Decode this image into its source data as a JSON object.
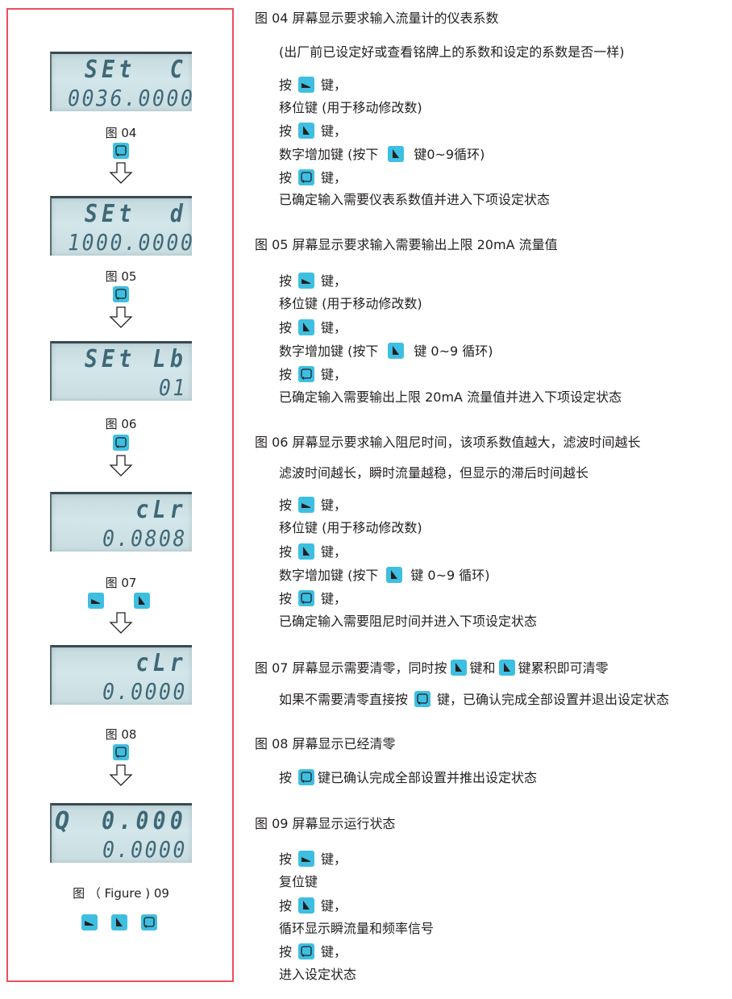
{
  "colors": {
    "frame": "#e8505b",
    "key": "#3ebfe1",
    "lcd_bg": "#d0e3e6",
    "lcd_text": "#3e6878"
  },
  "icons": {
    "shift_key": "shift-key-icon (triangle pointing right-bottom)",
    "increment_key": "increment-key-icon (triangle pointing up-right)",
    "enter_key": "enter-key-icon (rounded square with return tick)",
    "down_arrow": "down-arrow-icon (hollow outline)"
  },
  "left_panel": {
    "screens": [
      {
        "id": "04",
        "row1": "SEt  C",
        "row2": "0036.0000",
        "label": "图 04",
        "keys": [
          "enter"
        ]
      },
      {
        "id": "05",
        "row1": "SEt  d",
        "row2": "1000.0000",
        "label": "图 05",
        "keys": [
          "enter"
        ]
      },
      {
        "id": "06",
        "row1": "SEt Lb",
        "row2": "01",
        "label": "图 06",
        "keys": [
          "enter"
        ]
      },
      {
        "id": "07",
        "row1": "cLr",
        "row2": "0.0808",
        "label": "图 07",
        "keys": [
          "shift",
          "increment"
        ]
      },
      {
        "id": "08",
        "row1": "cLr",
        "row2": "0.0000",
        "label": "图 08",
        "keys": [
          "enter"
        ]
      },
      {
        "id": "09",
        "prefix": "Q",
        "row1": "0.000",
        "row2": "0.0000",
        "label": "图 （ Figure ) 09",
        "keys": [
          "shift",
          "increment",
          "enter"
        ]
      }
    ]
  },
  "right_panel": {
    "fig04": {
      "title": "图 04 屏幕显示要求输入流量计的仪表系数",
      "note": "(出厂前已设定好或查看铭牌上的系数和设定的系数是否一样)",
      "press": "按",
      "key_suffix": "键，",
      "shift_desc": "移位键 (用于移动修改数)",
      "inc_desc_pre": "数字增加键 (按下",
      "inc_desc_post": "键0~9循环)",
      "confirm": "已确定输入需要仪表系数值并进入下项设定状态"
    },
    "fig05": {
      "title": "图 05 屏幕显示要求输入需要输出上限 20mA 流量值",
      "press": "按",
      "key_suffix": "键，",
      "shift_desc": "移位键 (用于移动修改数)",
      "inc_desc_pre": "数字增加键 (按下",
      "inc_desc_post": "键 0~9 循环)",
      "confirm": "已确定输入需要输出上限 20mA 流量值并进入下项设定状态"
    },
    "fig06": {
      "title": "图 06 屏幕显示要求输入阻尼时间，该项系数值越大，滤波时间越长",
      "note": "滤波时间越长，瞬时流量越稳，但显示的滞后时间越长",
      "press": "按",
      "key_suffix": "键，",
      "shift_desc": "移位键 (用于移动修改数)",
      "inc_desc_pre": "数字增加键 (按下",
      "inc_desc_post": "键 0~9 循环)",
      "confirm": "已确定输入需要阻尼时间并进入下项设定状态"
    },
    "fig07": {
      "title_pre": "图 07 屏幕显示需要清零，同时按",
      "title_mid": "键和",
      "title_post": "键累积即可清零",
      "note_pre": "如果不需要清零直接按",
      "note_post": "键，已确认完成全部设置并退出设定状态"
    },
    "fig08": {
      "title": "图 08 屏幕显示已经清零",
      "press": "按",
      "note_post": "键已确认完成全部设置并推出设定状态"
    },
    "fig09": {
      "title": "图 09 屏幕显示运行状态",
      "press": "按",
      "key_suffix": "键，",
      "shift_desc": "复位键",
      "inc_desc": "循环显示瞬流量和频率信号",
      "enter_desc": "进入设定状态"
    }
  }
}
